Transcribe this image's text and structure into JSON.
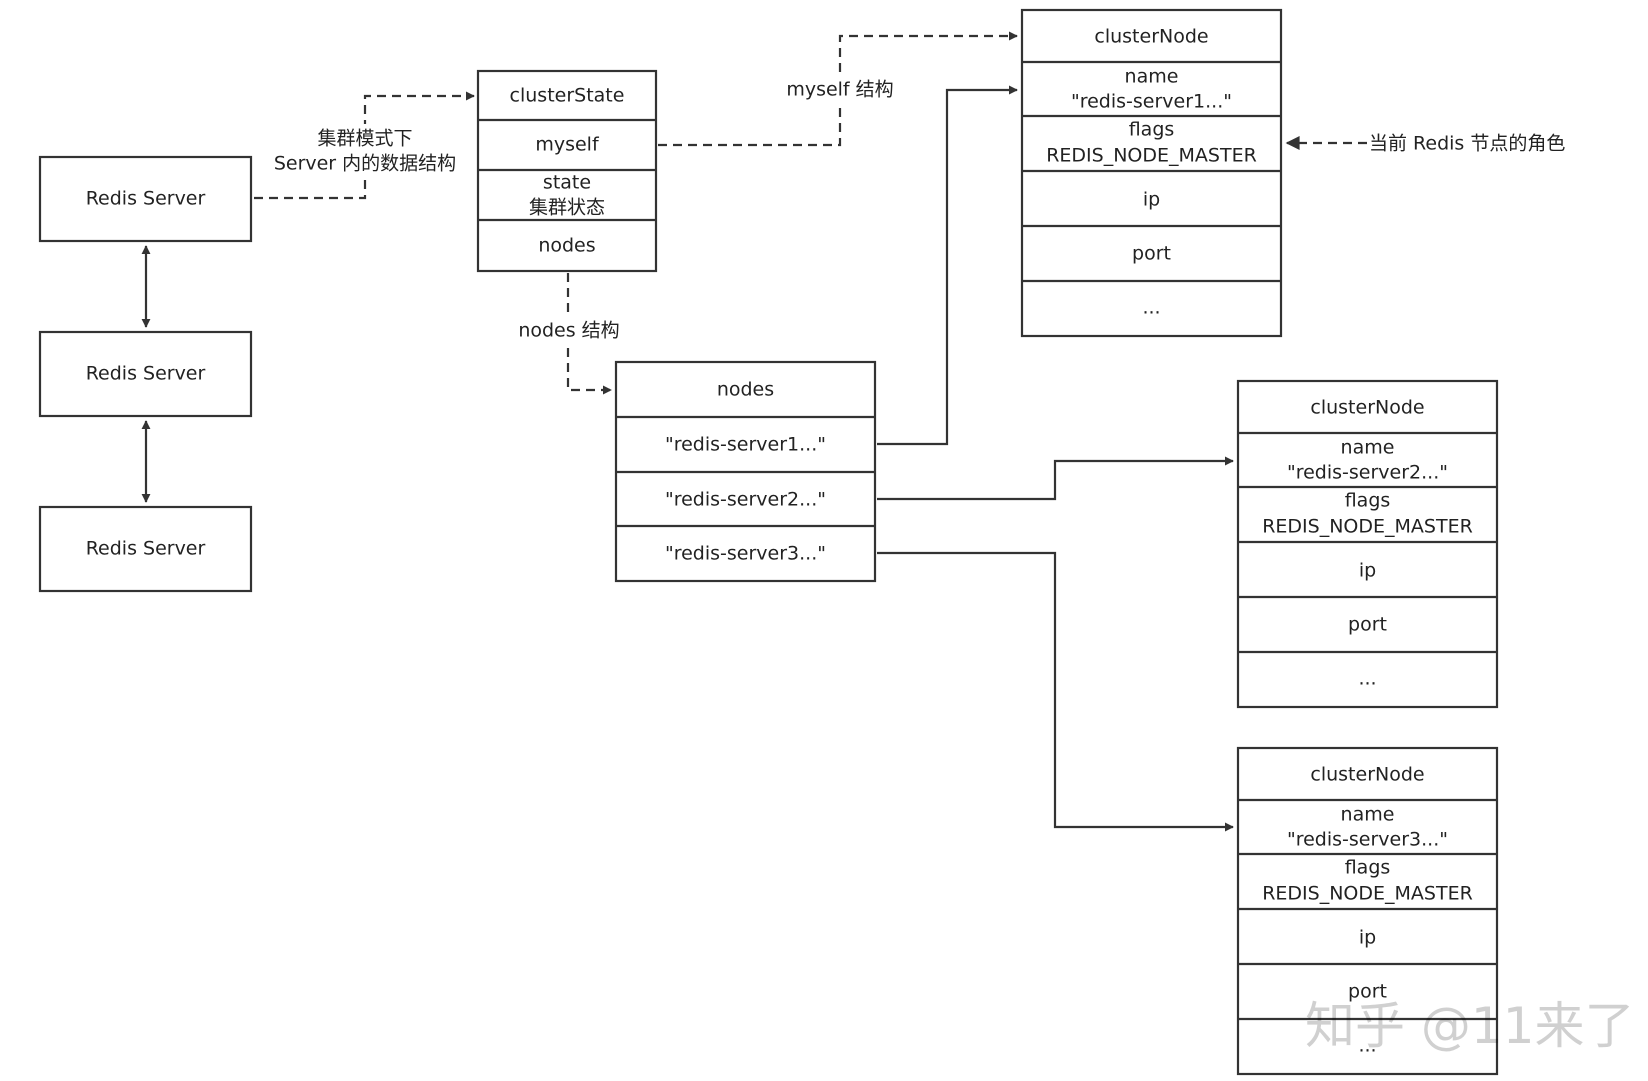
{
  "servers": [
    {
      "label": "Redis Server"
    },
    {
      "label": "Redis Server"
    },
    {
      "label": "Redis Server"
    }
  ],
  "server_link_label": {
    "line1": "集群模式下",
    "line2": "Server 内的数据结构"
  },
  "cluster_state": {
    "title": "clusterState",
    "myself": "myself",
    "state_line1": "state",
    "state_line2": "集群状态",
    "nodes": "nodes"
  },
  "myself_link_label": "myself 结构",
  "nodes_link_label": "nodes 结构",
  "nodes_dict": {
    "title": "nodes",
    "items": [
      "\"redis-server1...\"",
      "\"redis-server2...\"",
      "\"redis-server3...\""
    ]
  },
  "cluster_nodes": [
    {
      "title": "clusterNode",
      "name_key": "name",
      "name_val": "\"redis-server1...\"",
      "flags_key": "flags",
      "flags_val": "REDIS_NODE_MASTER",
      "ip": "ip",
      "port": "port",
      "more": "..."
    },
    {
      "title": "clusterNode",
      "name_key": "name",
      "name_val": "\"redis-server2...\"",
      "flags_key": "flags",
      "flags_val": "REDIS_NODE_MASTER",
      "ip": "ip",
      "port": "port",
      "more": "..."
    },
    {
      "title": "clusterNode",
      "name_key": "name",
      "name_val": "\"redis-server3...\"",
      "flags_key": "flags",
      "flags_val": "REDIS_NODE_MASTER",
      "ip": "ip",
      "port": "port",
      "more": "..."
    }
  ],
  "role_annotation": "当前 Redis 节点的角色",
  "watermark": "知乎 @11来了"
}
